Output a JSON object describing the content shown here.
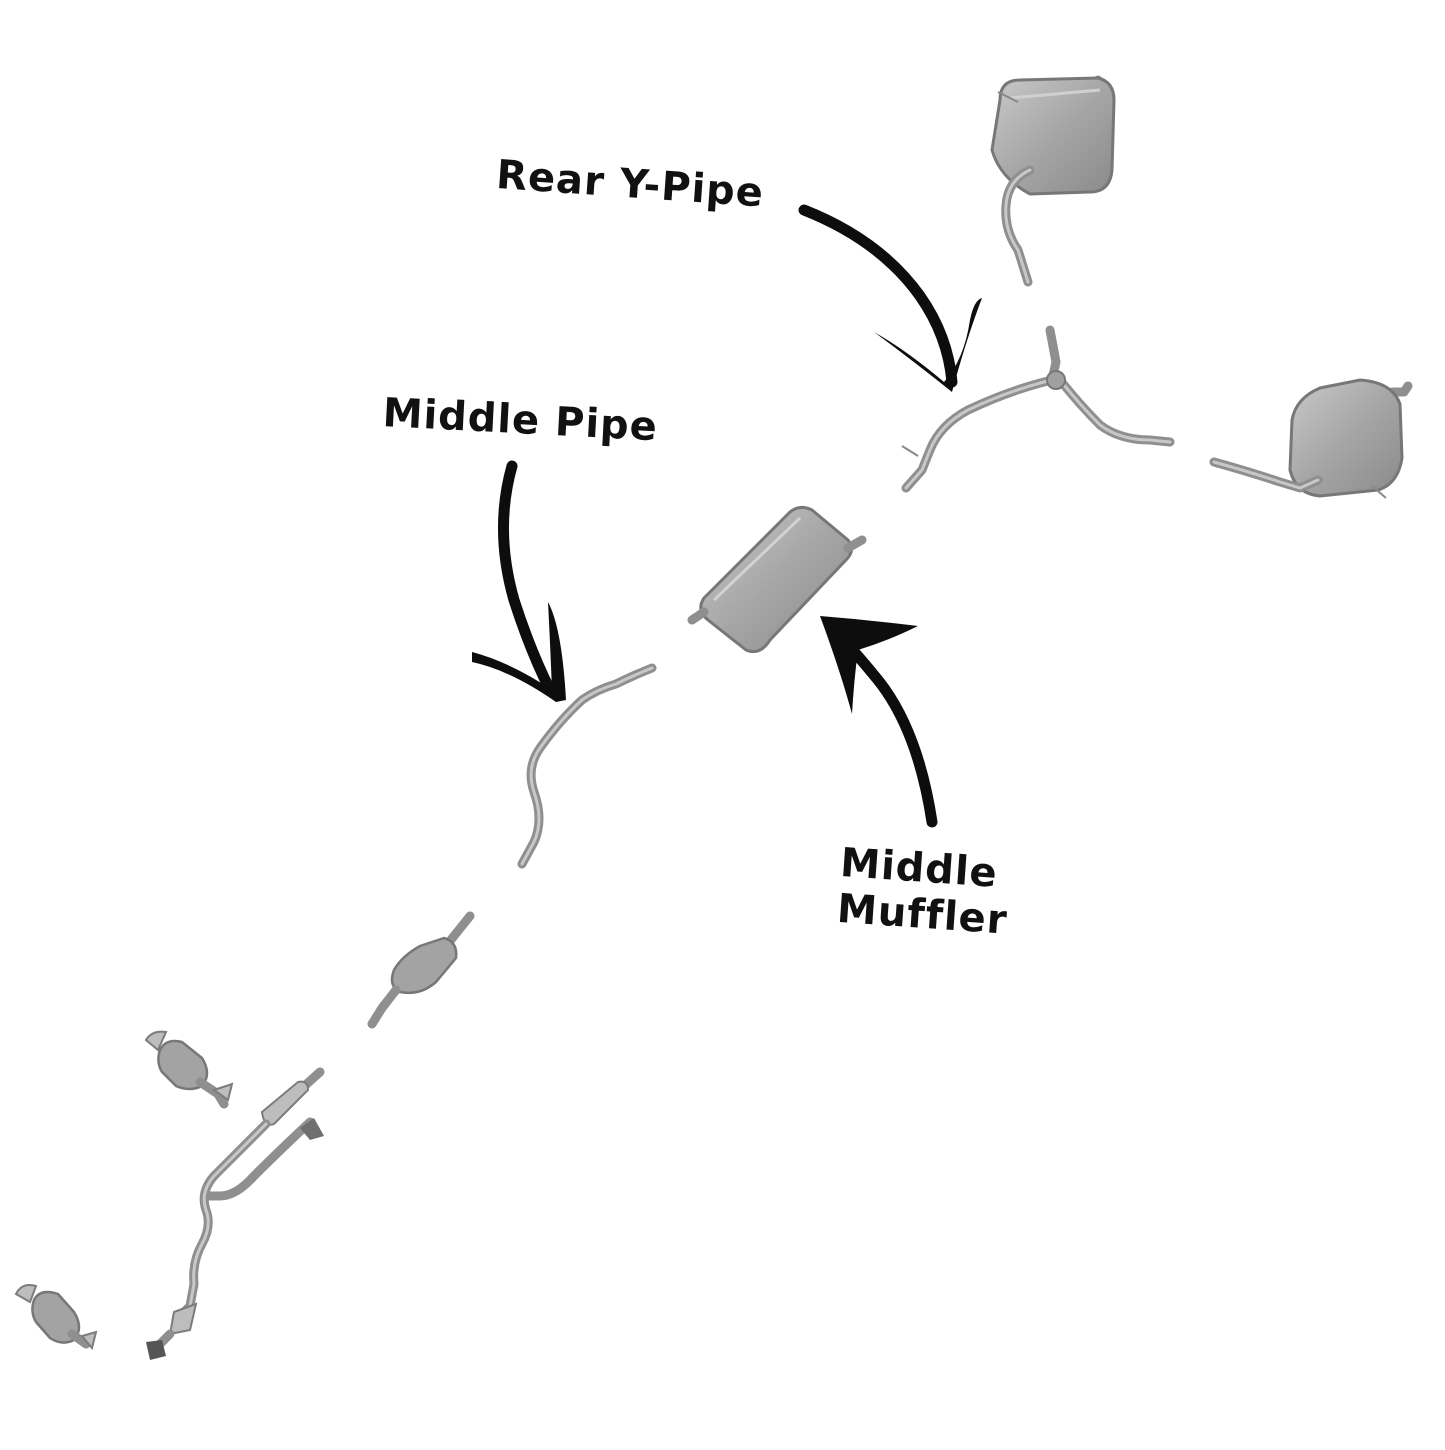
{
  "labels": {
    "rear_y_pipe": "Rear Y-Pipe",
    "middle_pipe": "Middle Pipe",
    "middle_muffler_line1": "Middle",
    "middle_muffler_line2": "Muffler"
  },
  "colors": {
    "background": "#ffffff",
    "text": "#111111",
    "arrow": "#0d0d0d",
    "metal": "#a3a3a3"
  }
}
